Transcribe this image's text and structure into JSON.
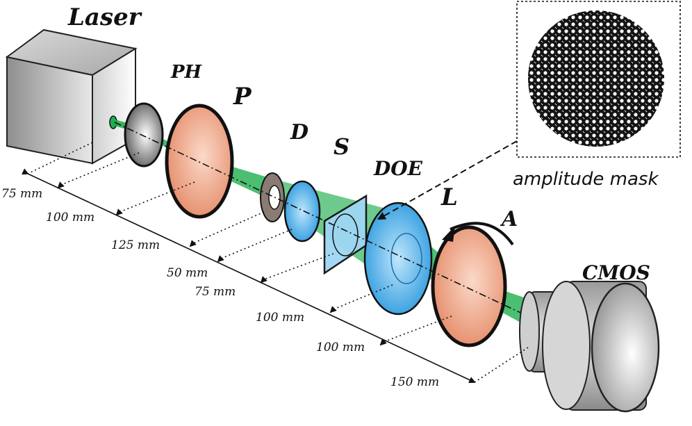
{
  "labels": {
    "laser": "Laser",
    "ph": "PH",
    "p": "P",
    "d": "D",
    "s": "S",
    "doe": "DOE",
    "l": "L",
    "a": "A",
    "cmos": "CMOS"
  },
  "inset": {
    "caption": "amplitude mask"
  },
  "distances": [
    "75 mm",
    "100 mm",
    "125 mm",
    "50 mm",
    "75 mm",
    "100 mm",
    "100 mm",
    "150 mm"
  ],
  "colors": {
    "beam": "#1fae4e",
    "lens_orange": "#f0a080",
    "lens_blue": "#3aa6e8",
    "splitter": "#6ec2ee",
    "metal": "#cfcfcf"
  }
}
